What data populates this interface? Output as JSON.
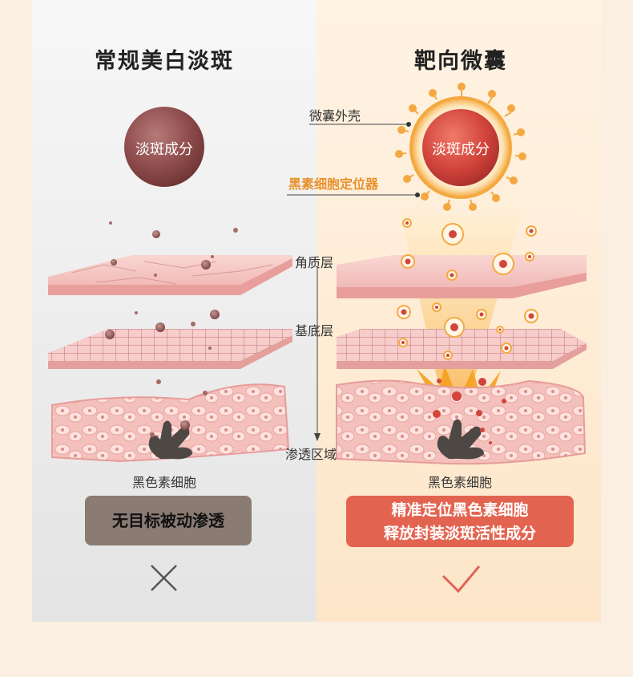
{
  "left": {
    "title": "常规美白淡斑",
    "ingredient_label": "淡斑成分",
    "cell_label": "黑色素细胞",
    "result_text": "无目标被动渗透",
    "result_icon": "cross-icon"
  },
  "right": {
    "title": "靶向微囊",
    "ingredient_label": "淡斑成分",
    "shell_label": "微囊外壳",
    "locator_label": "黑素细胞定位器",
    "cell_label": "黑色素细胞",
    "result_line1": "精准定位黑色素细胞",
    "result_line2": "释放封装淡斑活性成分",
    "result_icon": "check-icon"
  },
  "layers": {
    "stratum_corneum": "角质层",
    "basal_layer": "基底层",
    "penetration_zone": "渗透区域"
  },
  "colors": {
    "left_bg": "#eeeeee",
    "right_bg": "#fdebd3",
    "ingredient_brown": "#8e4b4b",
    "ingredient_red": "#d2453c",
    "capsule_orange": "#f4a940",
    "locator_orange": "#e8912c",
    "result_red": "#e26450",
    "result_gray": "#8a7c72"
  }
}
